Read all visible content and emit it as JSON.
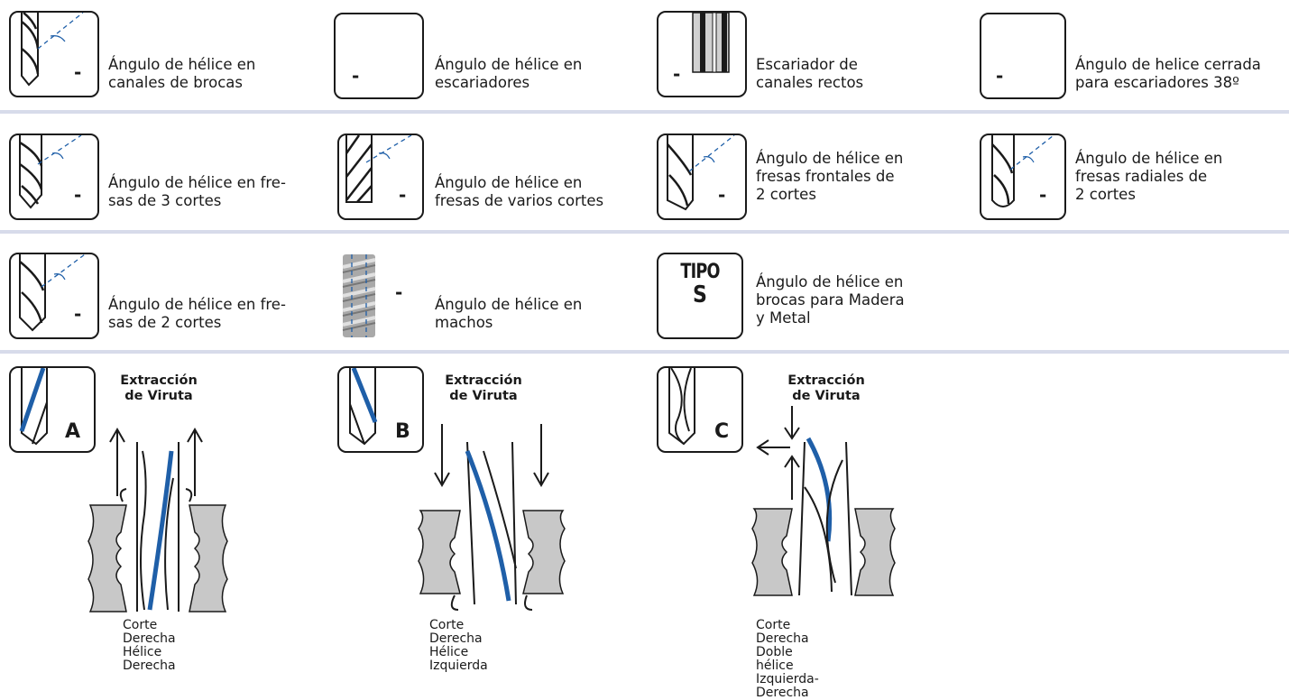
{
  "colors": {
    "accent_blue": "#1f5fa8",
    "divider": "#d7dbea",
    "tool_gray": "#c8c8c8",
    "ink": "#1a1a1a"
  },
  "rows": [
    {
      "items": [
        {
          "icon": "drill-helix-icon",
          "code": "-",
          "label_lines": [
            "Ángulo de hélice en",
            "canales de brocas"
          ]
        },
        {
          "icon": "blank-icon",
          "code": "-",
          "label_lines": [
            "Ángulo de hélice en",
            "escariadores"
          ]
        },
        {
          "icon": "straight-flute-reamer-icon",
          "code": "-",
          "label_lines": [
            "Escariador de",
            "canales rectos"
          ]
        },
        {
          "icon": "blank-icon",
          "code": "-",
          "label_lines": [
            "Ángulo de helice cerrada",
            "para escariadores 38º"
          ]
        }
      ]
    },
    {
      "items": [
        {
          "icon": "three-flute-mill-icon",
          "code": "-",
          "label_lines": [
            "Ángulo de hélice en fre-",
            "sas de 3 cortes"
          ]
        },
        {
          "icon": "multi-flute-mill-icon",
          "code": "-",
          "label_lines": [
            "Ángulo de hélice en",
            "fresas de varios cortes"
          ]
        },
        {
          "icon": "end-mill-icon",
          "code": "-",
          "label_lines": [
            "Ángulo de hélice en",
            "fresas frontales de",
            "2 cortes"
          ]
        },
        {
          "icon": "radial-mill-icon",
          "code": "-",
          "label_lines": [
            "Ángulo de hélice en",
            "fresas radiales de",
            "2 cortes"
          ]
        }
      ]
    },
    {
      "items": [
        {
          "icon": "two-flute-mill-icon",
          "code": "-",
          "label_lines": [
            "Ángulo de hélice en fre-",
            "sas de 2 cortes"
          ]
        },
        {
          "icon": "tap-icon",
          "code": "-",
          "label_lines": [
            "Ángulo de hélice en",
            "machos"
          ]
        },
        {
          "icon": "tipo-s-icon",
          "tipo": [
            "TIPO",
            "S"
          ],
          "label_lines": [
            "Ángulo de hélice en",
            "brocas para Madera",
            "y Metal"
          ]
        }
      ]
    }
  ],
  "diagrams": [
    {
      "letter": "A",
      "heading": [
        "Extracción",
        "de Viruta"
      ],
      "caption": [
        "Corte Derecha",
        "Hélice Derecha"
      ]
    },
    {
      "letter": "B",
      "heading": [
        "Extracción",
        "de Viruta"
      ],
      "caption": [
        "Corte Derecha",
        "Hélice Izquierda"
      ]
    },
    {
      "letter": "C",
      "heading": [
        "Extracción",
        "de Viruta"
      ],
      "caption": [
        "Corte Derecha",
        "Doble hélice",
        "Izquierda-Derecha"
      ]
    }
  ]
}
